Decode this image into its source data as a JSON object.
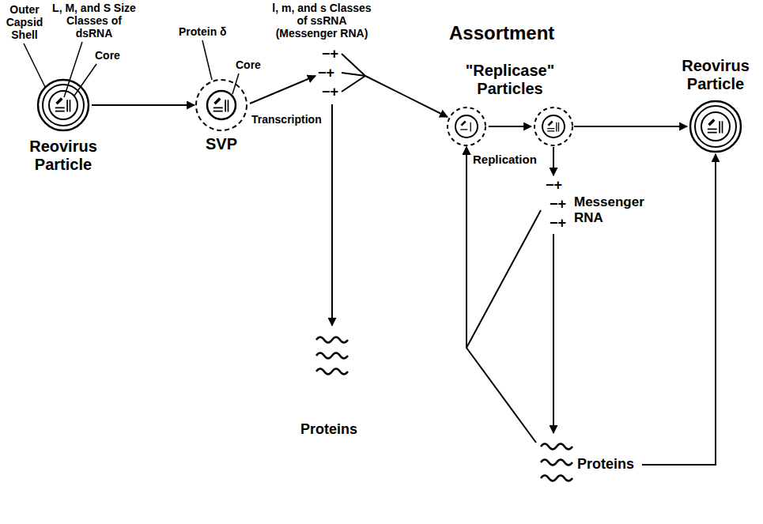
{
  "diagram": {
    "nodes": [
      {
        "text": [
          "Reovirus Particle"
        ]
      },
      {
        "text": [
          "SVP"
        ]
      },
      {
        "text": [
          "l, m, and s Classes of ssRNA (Messenger RNA)",
          "−+",
          "−+",
          "−+"
        ]
      },
      {
        "text": [
          "Proteins"
        ]
      },
      {
        "text": [
          "\"Replicase\" Particles"
        ]
      },
      {
        "text": [
          "Reovirus Particle"
        ]
      },
      {
        "text": [
          "−+",
          "−+",
          "−+",
          "Messenger RNA"
        ]
      },
      {
        "text": [
          "Proteins"
        ]
      }
    ],
    "edges": [
      {
        "from": 0,
        "to": 1,
        "arrow": "to"
      },
      {
        "from": 1,
        "to": 2,
        "arrow": "to",
        "label": "Transcription"
      },
      {
        "from": 2,
        "to": 3,
        "arrow": "to"
      },
      {
        "from": 2,
        "to": 4,
        "arrow": "to"
      },
      {
        "from": 4,
        "to": 5,
        "arrow": "to"
      },
      {
        "from": 4,
        "to": 6,
        "arrow": "to",
        "label": "Replication"
      },
      {
        "from": 6,
        "to": 7,
        "arrow": "to"
      },
      {
        "from": 6,
        "to": 4,
        "arrow": "to"
      },
      {
        "from": 7,
        "to": 4,
        "arrow": "to"
      },
      {
        "from": 7,
        "to": 5,
        "arrow": "to"
      }
    ],
    "labels": [
      "Outer Capsid Shell",
      "L, M, and S Size Classes of dsRNA",
      "Core",
      "Protein δ",
      "Core",
      "Assortment"
    ]
  }
}
